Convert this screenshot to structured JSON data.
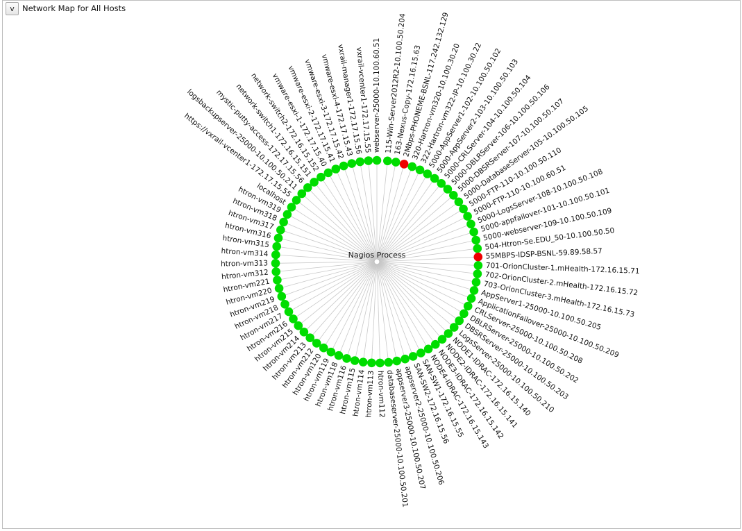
{
  "header": {
    "toggle_label": "v",
    "title": "Network Map for All Hosts"
  },
  "center": {
    "label": "Nagios Process"
  },
  "colors": {
    "up": "#00dd00",
    "down": "#ee0000",
    "highlight_label": "#b8c400",
    "spoke": "#c8c8c8",
    "label": "#111111"
  },
  "hosts": [
    {
      "name": "115-Win-Server2012R2-10.100.50.204",
      "status": "up"
    },
    {
      "name": "163-Nexus-Copy-172.16.15.63",
      "status": "up"
    },
    {
      "name": "2Mbps-PHONEME-BSNL-117.242.132.129",
      "status": "down"
    },
    {
      "name": "320-Hartron-vm320-10.100.30.20",
      "status": "up"
    },
    {
      "name": "322-Hartron-vm322-IP-10.100.30.22",
      "status": "up"
    },
    {
      "name": "5000-AppServer1-102-10.100.50.102",
      "status": "up"
    },
    {
      "name": "5000-AppServer2-103-10.100.50.103",
      "status": "up"
    },
    {
      "name": "5000-CRLServer-104-10.100.50.104",
      "status": "up"
    },
    {
      "name": "5000-DBLRServer-106-10.100.50.106",
      "status": "up"
    },
    {
      "name": "5000-DBSRServer-107-10.100.50.107",
      "status": "up"
    },
    {
      "name": "5000-DatabaseServer-105-10.100.50.105",
      "status": "up"
    },
    {
      "name": "5000-FTP-110-10.100.50.110",
      "status": "up"
    },
    {
      "name": "5000-FTP-110-10.100.60.51",
      "status": "up"
    },
    {
      "name": "5000-LogsServer-108-10.100.50.108",
      "status": "up"
    },
    {
      "name": "5000-appfailover-101-10.100.50.101",
      "status": "up"
    },
    {
      "name": "5000-webserver-109-10.100.50.109",
      "status": "up"
    },
    {
      "name": "504-Htron-Se.EDU_50-10.100.50.50",
      "status": "up"
    },
    {
      "name": "55MBPS-IDSP-BSNL-59.89.58.57",
      "status": "down"
    },
    {
      "name": "701-OrionCluster-1.mHealth-172.16.15.71",
      "status": "up"
    },
    {
      "name": "702-OrionCluster-2.mHealth-172.16.15.72",
      "status": "up"
    },
    {
      "name": "703-OrionCluster-3.mHealth-172.16.15.73",
      "status": "up"
    },
    {
      "name": "AppServer1-25000-10.100.50.205",
      "status": "up"
    },
    {
      "name": "ApplicationFailover-25000-10.100.50.209",
      "status": "up"
    },
    {
      "name": "CRLServer-25000-10.100.50.208",
      "status": "up"
    },
    {
      "name": "DBLRServer-25000-10.100.50.202",
      "status": "up"
    },
    {
      "name": "DBSRServer-25000-10.100.50.203",
      "status": "up"
    },
    {
      "name": "LogsServer-25000-10.100.50.210",
      "status": "up"
    },
    {
      "name": "NODE1-IDRAC-172.16.15.140",
      "status": "up"
    },
    {
      "name": "NODE2-IDRAC-172.16.15.141",
      "status": "up"
    },
    {
      "name": "NODE3-IDRAC-172.16.15.142",
      "status": "up"
    },
    {
      "name": "NODE4-IDRAC-172.16.15.143",
      "status": "up"
    },
    {
      "name": "SAN-SW1-172.16.15.55",
      "status": "up"
    },
    {
      "name": "SAN-SW2-172.16.15.56",
      "status": "up"
    },
    {
      "name": "appserver2-25000-10.100.50.206",
      "status": "up"
    },
    {
      "name": "appserver3-25000-10.100.50.207",
      "status": "up"
    },
    {
      "name": "databaseserver-25000-10.100.50.201",
      "status": "up"
    },
    {
      "name": "htron-vm112",
      "status": "up"
    },
    {
      "name": "htron-vm113",
      "status": "up"
    },
    {
      "name": "htron-vm114",
      "status": "up"
    },
    {
      "name": "htron-vm115",
      "status": "up"
    },
    {
      "name": "htron-vm116",
      "status": "up"
    },
    {
      "name": "htron-vm118",
      "status": "up"
    },
    {
      "name": "htron-vm119",
      "status": "up"
    },
    {
      "name": "htron-vm120",
      "status": "up"
    },
    {
      "name": "htron-vm212",
      "status": "up"
    },
    {
      "name": "htron-vm213",
      "status": "up"
    },
    {
      "name": "htron-vm214",
      "status": "up"
    },
    {
      "name": "htron-vm215",
      "status": "up"
    },
    {
      "name": "htron-vm216",
      "status": "up"
    },
    {
      "name": "htron-vm217",
      "status": "up"
    },
    {
      "name": "htron-vm218",
      "status": "up"
    },
    {
      "name": "htron-vm219",
      "status": "up"
    },
    {
      "name": "htron-vm220",
      "status": "up"
    },
    {
      "name": "htron-vm221",
      "status": "up"
    },
    {
      "name": "htron-vm312",
      "status": "up"
    },
    {
      "name": "htron-vm313",
      "status": "up"
    },
    {
      "name": "htron-vm314",
      "status": "up"
    },
    {
      "name": "htron-vm315",
      "status": "up"
    },
    {
      "name": "htron-vm316",
      "status": "up"
    },
    {
      "name": "htron-vm317",
      "status": "up"
    },
    {
      "name": "htron-vm318",
      "status": "up"
    },
    {
      "name": "htron-vm319",
      "status": "up"
    },
    {
      "name": "localhost",
      "status": "up",
      "highlight": true
    },
    {
      "name": "https://vxrail-vcenter1-172.17.15.55",
      "status": "up"
    },
    {
      "name": "logsbackupserver-25000-10.100.50.211",
      "status": "up"
    },
    {
      "name": "mystic-putty-access-172.17.15.56",
      "status": "up"
    },
    {
      "name": "network-switch1-172.16.15.151",
      "status": "up"
    },
    {
      "name": "network-switch2-172.16.15.152",
      "status": "up"
    },
    {
      "name": "vmware-esxi-1-172.17.15.40",
      "status": "up"
    },
    {
      "name": "vmware-esxi-2-172.17.15.41",
      "status": "up"
    },
    {
      "name": "vmware-esxi-3-172.17.15.42",
      "status": "up"
    },
    {
      "name": "vmware-esxi-4-172.17.15.43",
      "status": "up"
    },
    {
      "name": "vxrail-manager1-172.17.15.56",
      "status": "up"
    },
    {
      "name": "vxrail-vcenter1-172.17.15.55",
      "status": "up"
    },
    {
      "name": "webserver-25000-10.100.60.51",
      "status": "up"
    }
  ]
}
